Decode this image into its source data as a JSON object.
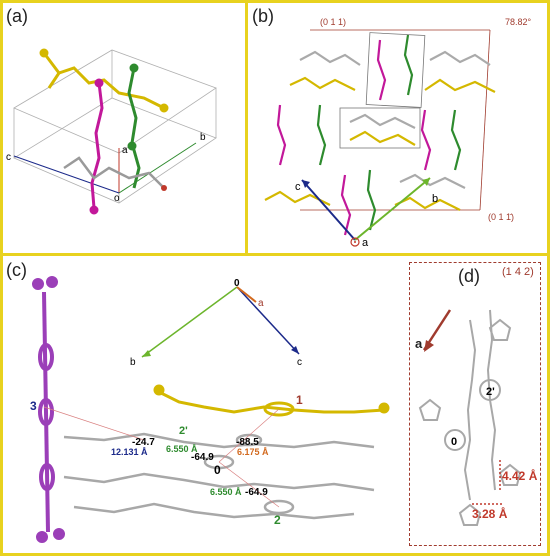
{
  "panels": {
    "a": {
      "label": "(a)",
      "axes": {
        "a": "a",
        "b": "b",
        "c": "c",
        "origin": "o"
      }
    },
    "b": {
      "label": "(b)",
      "plane_top": "(0 1 1)",
      "angle": "78.82°",
      "plane_right": "(0 1 1̄)",
      "axes": {
        "b": "b",
        "c": "c",
        "a": "a"
      }
    },
    "c": {
      "label": "(c)",
      "axes": {
        "a": "a",
        "b": "b",
        "c": "c",
        "origin": "0"
      },
      "molecules": {
        "m0": "0",
        "m1": "1",
        "m2": "2",
        "m2p": "2'",
        "m3": "3"
      },
      "angles": {
        "ang1": "-24.7",
        "ang2": "-88.5",
        "ang3": "-64.9",
        "ang4": "-64.9"
      },
      "distances": {
        "d1": "12.131 Å",
        "d2": "6.550 Å",
        "d3": "6.175 Å",
        "d4": "6.550 Å"
      }
    },
    "d": {
      "label": "(d)",
      "plane": "(1 4 2)",
      "axis": "a",
      "molecule0": "0",
      "molecule2p": "2'",
      "dist1": "4.42 Å",
      "dist2": "3.28 Å"
    }
  },
  "colors": {
    "frame": "#e8d21f",
    "yellow": "#d4b800",
    "green": "#2e8b2e",
    "magenta": "#c2189a",
    "purple": "#9b3fb8",
    "gray": "#9a9a9a",
    "navy": "#1c2a8a",
    "darkred": "#a03b2e",
    "orange": "#d2691e",
    "lime": "#6cb52c"
  }
}
